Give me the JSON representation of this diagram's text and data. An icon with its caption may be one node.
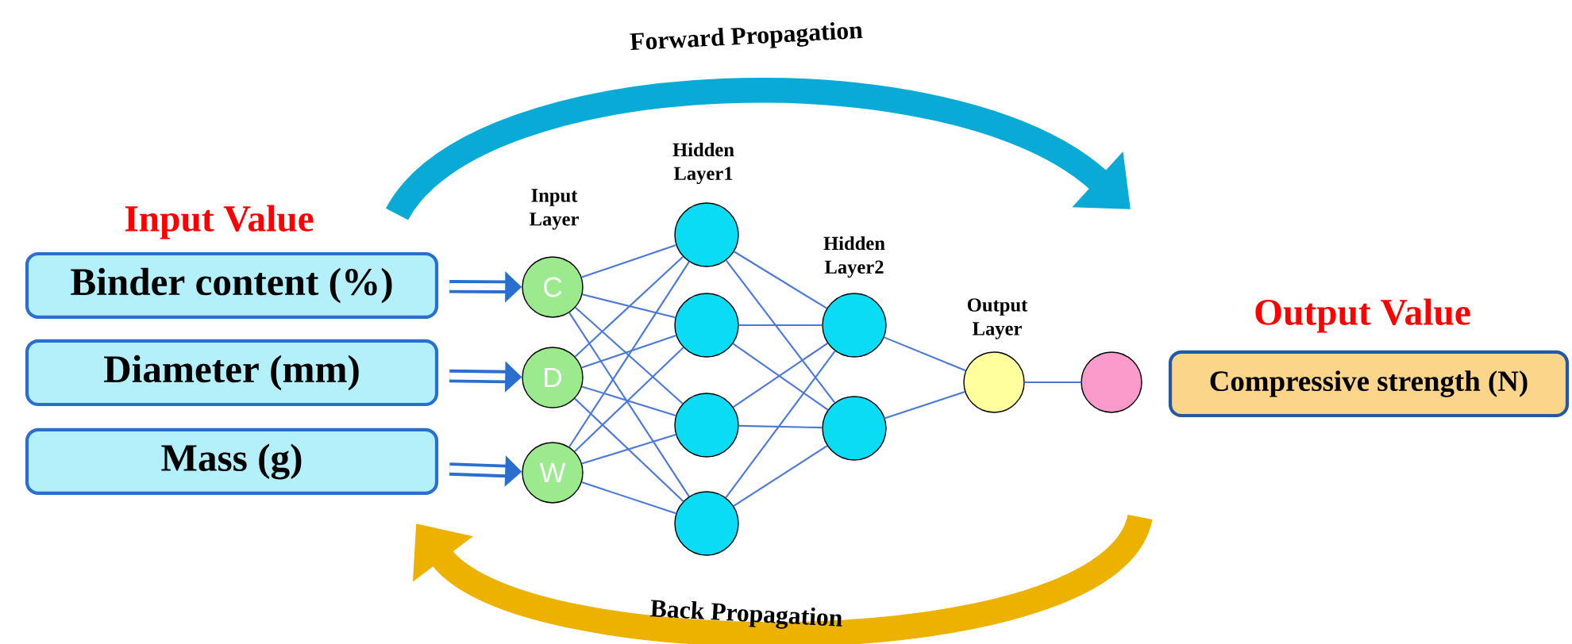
{
  "diagram": {
    "nodes": [
      {
        "text": [
          "Binder content (%)"
        ]
      },
      {
        "text": [
          "Diameter (mm)"
        ]
      },
      {
        "text": [
          "Mass (g)"
        ]
      },
      {
        "text": [
          "C"
        ],
        "beside": [
          "Input Layer"
        ]
      },
      {
        "text": [
          "D"
        ]
      },
      {
        "text": [
          "W"
        ]
      },
      {
        "text": [],
        "shape": "circle",
        "beside": [
          "Hidden Layer1"
        ]
      },
      {
        "text": [],
        "shape": "circle"
      },
      {
        "text": [],
        "shape": "circle"
      },
      {
        "text": [],
        "shape": "circle"
      },
      {
        "text": [],
        "shape": "circle",
        "beside": [
          "Hidden Layer2"
        ]
      },
      {
        "text": [],
        "shape": "circle"
      },
      {
        "text": [],
        "shape": "circle",
        "beside": [
          "Output Layer"
        ]
      },
      {
        "text": [],
        "shape": "circle"
      },
      {
        "text": [
          "Compressive strength (N)"
        ],
        "beside": [
          "Output Value"
        ]
      }
    ],
    "edges": [
      {
        "from": 0,
        "to": 3,
        "arrow": "to",
        "style": "thick"
      },
      {
        "from": 1,
        "to": 4,
        "arrow": "to",
        "style": "thick"
      },
      {
        "from": 2,
        "to": 5,
        "arrow": "to",
        "style": "thick"
      },
      {
        "from": 3,
        "to": 6,
        "arrow": "none"
      },
      {
        "from": 3,
        "to": 7,
        "arrow": "none"
      },
      {
        "from": 3,
        "to": 8,
        "arrow": "none"
      },
      {
        "from": 3,
        "to": 9,
        "arrow": "none"
      },
      {
        "from": 4,
        "to": 6,
        "arrow": "none"
      },
      {
        "from": 4,
        "to": 7,
        "arrow": "none"
      },
      {
        "from": 4,
        "to": 8,
        "arrow": "none"
      },
      {
        "from": 4,
        "to": 9,
        "arrow": "none"
      },
      {
        "from": 5,
        "to": 6,
        "arrow": "none"
      },
      {
        "from": 5,
        "to": 7,
        "arrow": "none"
      },
      {
        "from": 5,
        "to": 8,
        "arrow": "none"
      },
      {
        "from": 5,
        "to": 9,
        "arrow": "none"
      },
      {
        "from": 6,
        "to": 10,
        "arrow": "none"
      },
      {
        "from": 6,
        "to": 11,
        "arrow": "none"
      },
      {
        "from": 7,
        "to": 10,
        "arrow": "none"
      },
      {
        "from": 7,
        "to": 11,
        "arrow": "none"
      },
      {
        "from": 8,
        "to": 10,
        "arrow": "none"
      },
      {
        "from": 8,
        "to": 11,
        "arrow": "none"
      },
      {
        "from": 9,
        "to": 10,
        "arrow": "none"
      },
      {
        "from": 9,
        "to": 11,
        "arrow": "none"
      },
      {
        "from": 10,
        "to": 12,
        "arrow": "none"
      },
      {
        "from": 11,
        "to": 12,
        "arrow": "none"
      },
      {
        "from": 12,
        "to": 13,
        "arrow": "none"
      }
    ],
    "labels": [
      "Forward Propagation",
      "Input Value",
      "Back Propagation"
    ]
  }
}
